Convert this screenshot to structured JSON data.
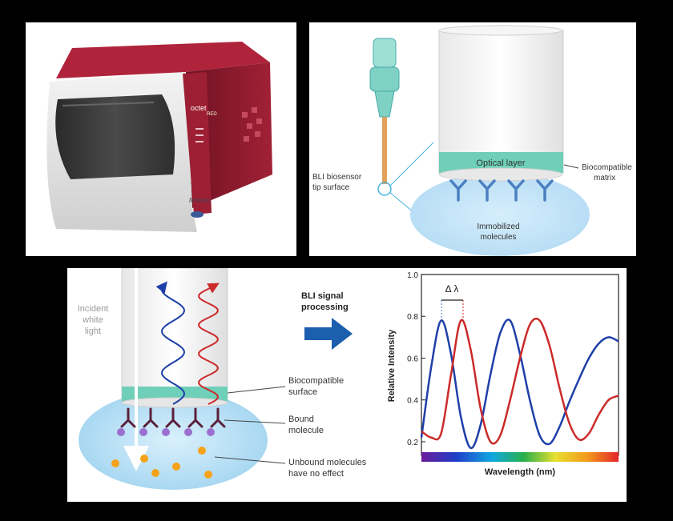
{
  "instrument": {
    "brand_label": "octet",
    "model_label": "RED",
    "logo_label": "fortebio"
  },
  "tip": {
    "optical_layer": "Optical  layer",
    "biocompatible_matrix": [
      "Biocompatible",
      "matrix"
    ],
    "biosensor_tip": [
      "BLI biosensor",
      "tip surface"
    ],
    "immobilized": [
      "Immobilized",
      "molecules"
    ]
  },
  "signal": {
    "incident_light": [
      "Incident",
      "white",
      "light"
    ],
    "processing": [
      "BLI signal",
      "processing"
    ],
    "biocompatible_surface": [
      "Biocompatible",
      "surface"
    ],
    "bound_molecule": [
      "Bound",
      "molecule"
    ],
    "unbound": [
      "Unbound molecules",
      "have no effect"
    ]
  },
  "chart_data": {
    "type": "line",
    "xlabel": "Wavelength (nm)",
    "ylabel": "Relative Intensity",
    "ylim": [
      0.15,
      1.0
    ],
    "yticks": [
      "1.0",
      "0.8",
      "0.6",
      "0.4",
      "0.2"
    ],
    "annotation": "Δ λ",
    "x": [
      0.0,
      0.05,
      0.1,
      0.15,
      0.2,
      0.25,
      0.3,
      0.35,
      0.4,
      0.45,
      0.5,
      0.55,
      0.6,
      0.65,
      0.7,
      0.75,
      0.8,
      0.85,
      0.9,
      0.95,
      1.0
    ],
    "series": [
      {
        "color": "#1e3fa8",
        "values": [
          0.22,
          0.56,
          0.78,
          0.62,
          0.32,
          0.17,
          0.28,
          0.52,
          0.72,
          0.78,
          0.62,
          0.4,
          0.23,
          0.19,
          0.27,
          0.39,
          0.5,
          0.6,
          0.67,
          0.7,
          0.68
        ]
      },
      {
        "color": "#cc2a2a",
        "values": [
          0.25,
          0.22,
          0.24,
          0.52,
          0.78,
          0.64,
          0.36,
          0.2,
          0.23,
          0.4,
          0.6,
          0.76,
          0.78,
          0.66,
          0.46,
          0.29,
          0.21,
          0.24,
          0.33,
          0.4,
          0.42
        ]
      }
    ]
  },
  "colors": {
    "maroon": "#8b1a2b",
    "teal": "#6fcfb9",
    "antibody": "#4a7fc0",
    "bound": "#5b1f3a",
    "arrow": "#1b5fae"
  }
}
